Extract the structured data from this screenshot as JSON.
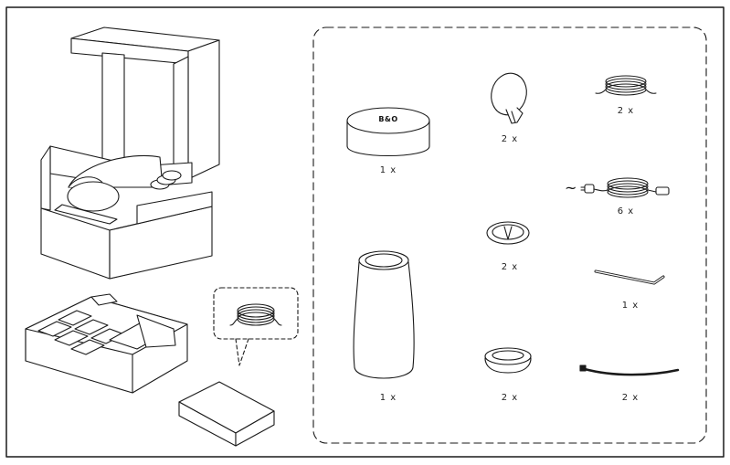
{
  "colors": {
    "line": "#1a1a1a",
    "background": "#ffffff"
  },
  "brand_logo": "B&O",
  "ac_symbol": "~",
  "items": [
    {
      "id": "speaker-base",
      "quantity": "1 x"
    },
    {
      "id": "wall-mount-plate",
      "quantity": "2 x"
    },
    {
      "id": "cable-coil",
      "quantity": "2 x"
    },
    {
      "id": "power-cord",
      "quantity": "6 x"
    },
    {
      "id": "table-stand-plate",
      "quantity": "2 x"
    },
    {
      "id": "hex-key",
      "quantity": "1 x"
    },
    {
      "id": "speaker-body",
      "quantity": "1 x"
    },
    {
      "id": "rubber-foot",
      "quantity": "2 x"
    },
    {
      "id": "cable-tie",
      "quantity": "2 x"
    }
  ]
}
